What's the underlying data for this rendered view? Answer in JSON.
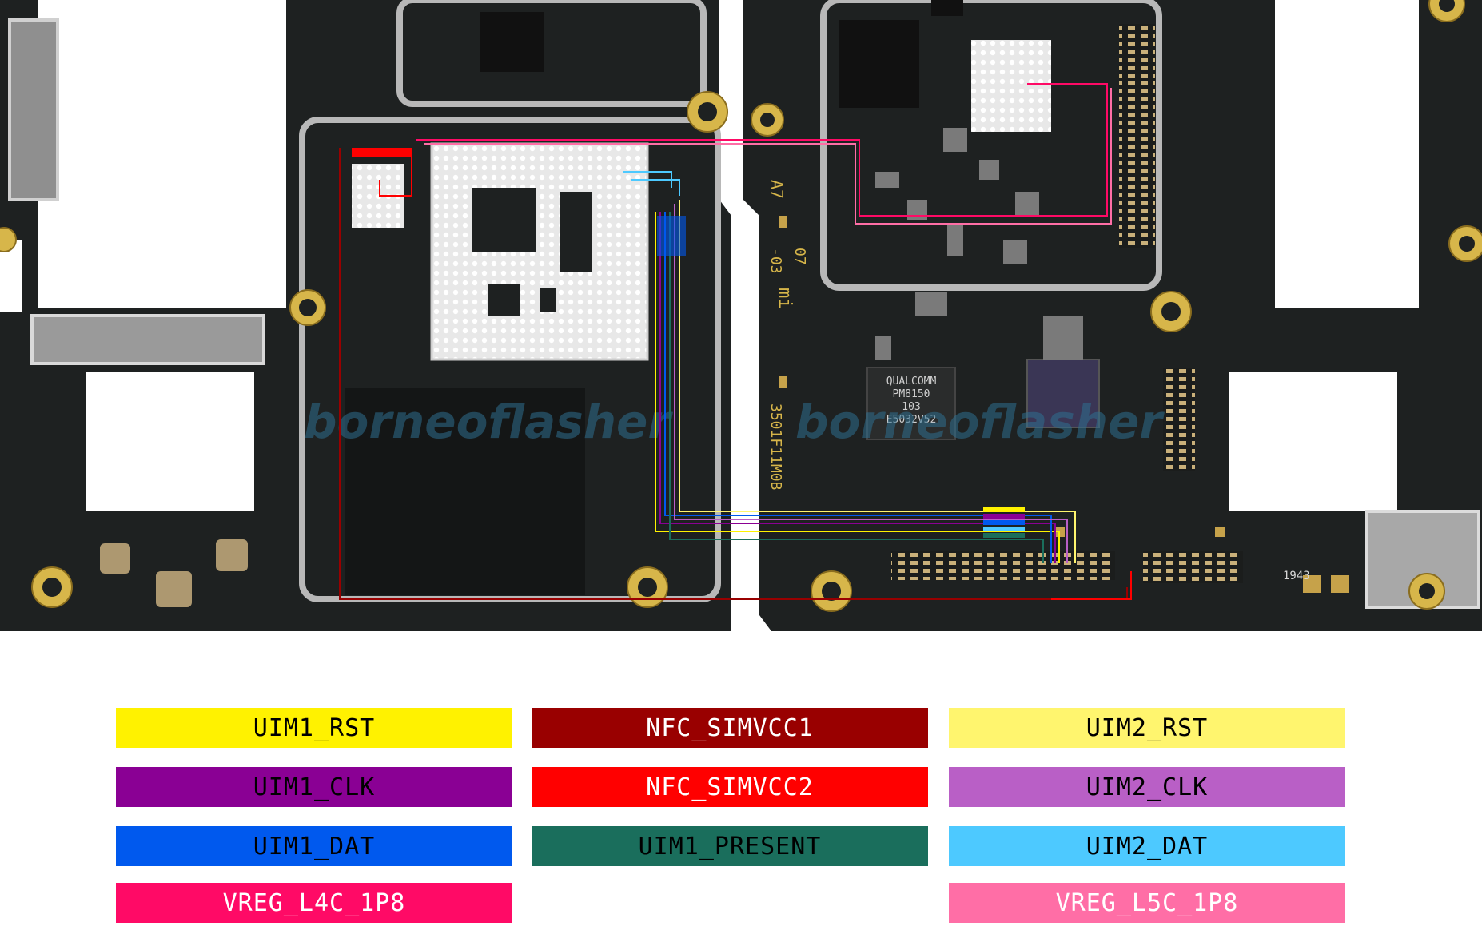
{
  "watermark": {
    "left": "borneoflasher",
    "right": "borneoflasher"
  },
  "board_text": {
    "chip_brand": "QUALCOMM",
    "chip_model": "PM8150",
    "chip_sub": "103",
    "chip_code": "E5032V52",
    "silk_a7": "A7",
    "silk_07": "07",
    "silk_03": "-03",
    "silk_mi": "mi",
    "silk_pcb": "3501F11M0B",
    "silk_1943": "1943"
  },
  "legend": [
    {
      "label": "UIM1_RST",
      "bg": "#fff200",
      "fg": "#000000"
    },
    {
      "label": "NFC_SIMVCC1",
      "bg": "#990000",
      "fg": "#ffffff"
    },
    {
      "label": "UIM2_RST",
      "bg": "#fff56e",
      "fg": "#000000"
    },
    {
      "label": "UIM1_CLK",
      "bg": "#8a0094",
      "fg": "#000000"
    },
    {
      "label": "NFC_SIMVCC2",
      "bg": "#ff0000",
      "fg": "#ffffff"
    },
    {
      "label": "UIM2_CLK",
      "bg": "#b95fc6",
      "fg": "#000000"
    },
    {
      "label": "UIM1_DAT",
      "bg": "#0059ee",
      "fg": "#000000"
    },
    {
      "label": "UIM1_PRESENT",
      "bg": "#1a6e5c",
      "fg": "#000000"
    },
    {
      "label": "UIM2_DAT",
      "bg": "#4dc9ff",
      "fg": "#000000"
    },
    {
      "label": "VREG_L4C_1P8",
      "bg": "#ff0a66",
      "fg": "#ffffff"
    },
    {
      "label": "VREG_L5C_1P8",
      "bg": "#ff6ea6",
      "fg": "#ffffff"
    }
  ]
}
